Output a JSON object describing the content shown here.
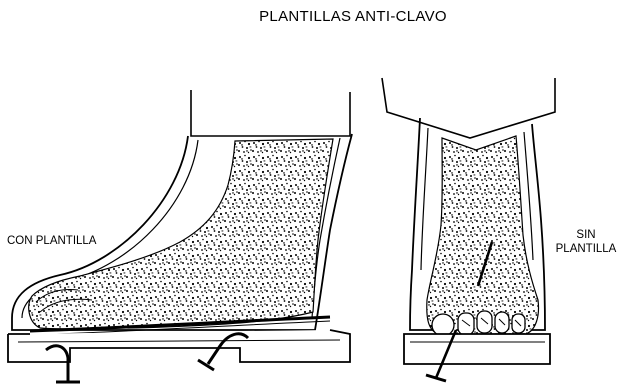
{
  "diagram": {
    "title": "PLANTILLAS  ANTI-CLAVO",
    "labels": {
      "with_insole": "CON PLANTILLA",
      "without_insole_line1": "SIN",
      "without_insole_line2": "PLANTILLA"
    }
  },
  "colors": {
    "line": "#000000",
    "background": "#ffffff",
    "foot_fill": "#e8e8e8",
    "speckle": "#000000"
  },
  "icons": {
    "nail": "nail-icon",
    "foot": "foot-illustration",
    "boot": "boot-illustration"
  }
}
